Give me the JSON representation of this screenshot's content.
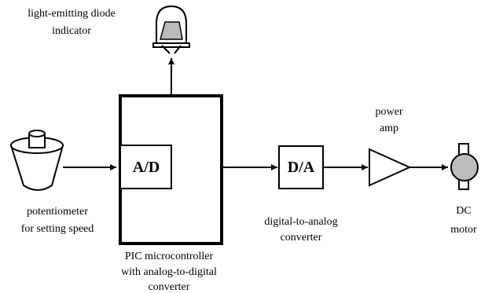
{
  "labels": {
    "led_line1": "light-emitting diode",
    "led_line2": "indicator",
    "pot_line1": "potentiometer",
    "pot_line2": "for setting speed",
    "pic_line1": "PIC microcontroller",
    "pic_line2": "with analog-to-digital",
    "pic_line3": "converter",
    "dac_line1": "digital-to-analog",
    "dac_line2": "converter",
    "amp_line1": "power",
    "amp_line2": "amp",
    "motor_line1": "DC",
    "motor_line2": "motor"
  },
  "blocks": {
    "ad": "A/D",
    "da": "D/A"
  }
}
